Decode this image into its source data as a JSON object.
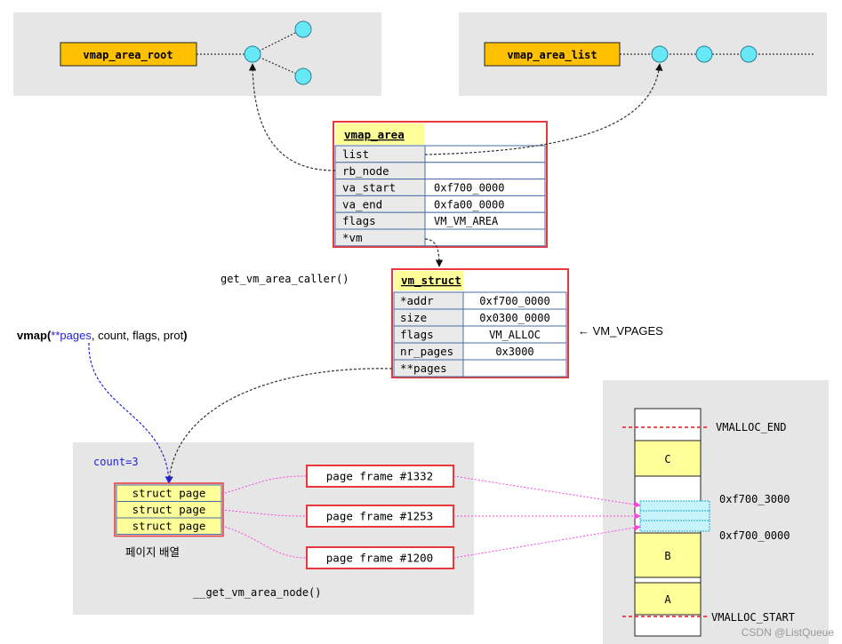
{
  "labels": {
    "vmap_area_root": "vmap_area_root",
    "vmap_area_list": "vmap_area_list",
    "get_vm_area_caller": "get_vm_area_caller()",
    "vmap_fn": "vmap(",
    "vmap_pages": "**pages",
    "vmap_args": ", count, flags, prot",
    "vmap_close": ")",
    "vm_vpages": "← VM_VPAGES",
    "count": "count=3",
    "page_array": "페이지 배열",
    "get_vm_area_node": "__get_vm_area_node()",
    "watermark": "CSDN @ListQueue"
  },
  "vmap_area": {
    "title": "vmap_area",
    "rows": [
      {
        "field": "list",
        "value": ""
      },
      {
        "field": "rb_node",
        "value": ""
      },
      {
        "field": "va_start",
        "value": "0xf700_0000"
      },
      {
        "field": "va_end",
        "value": "0xfa00_0000"
      },
      {
        "field": "flags",
        "value": "VM_VM_AREA"
      },
      {
        "field": "*vm",
        "value": ""
      }
    ]
  },
  "vm_struct": {
    "title": "vm_struct",
    "rows": [
      {
        "field": "*addr",
        "value": "0xf700_0000"
      },
      {
        "field": "size",
        "value": "0x0300_0000"
      },
      {
        "field": "flags",
        "value": "VM_ALLOC"
      },
      {
        "field": "nr_pages",
        "value": "0x3000"
      },
      {
        "field": "**pages",
        "value": ""
      }
    ]
  },
  "struct_pages": [
    "struct page",
    "struct page",
    "struct page"
  ],
  "page_frames": [
    "page frame #1332",
    "page frame #1253",
    "page frame #1200"
  ],
  "vmalloc": {
    "end_label": "VMALLOC_END",
    "start_label": "VMALLOC_START",
    "addr_high": "0xf700_3000",
    "addr_low": "0xf700_0000",
    "regions": [
      "C",
      "B",
      "A"
    ]
  },
  "colors": {
    "panel_gray": "#e6e6e6",
    "label_orange": "#ffc000",
    "node_cyan": "#66e8f6",
    "box_red": "#e8383a",
    "header_yellow": "#ffff99",
    "field_gray": "#eaeaea",
    "mapped_cyan": "#c6f4fa",
    "magenta": "#ff44dd",
    "blue": "#2222dd"
  }
}
